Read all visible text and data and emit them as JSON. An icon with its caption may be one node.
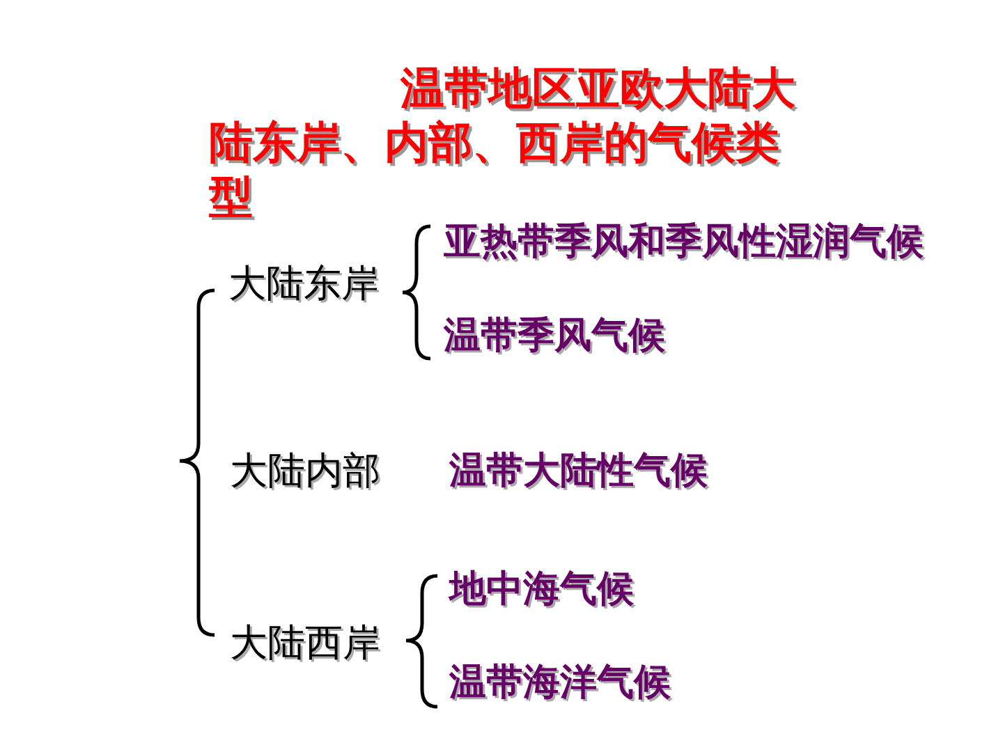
{
  "diagram": {
    "title": "温带地区亚欧大陆大陆东岸、内部、西岸的气候类型",
    "labels": [
      "亚热带季风和季风性湿润气候",
      "大陆东岸",
      "温带季风气候",
      "大陆内部",
      "温带大陆性气候",
      "地中海气候",
      "大陆西岸",
      "温带海洋气候"
    ]
  }
}
